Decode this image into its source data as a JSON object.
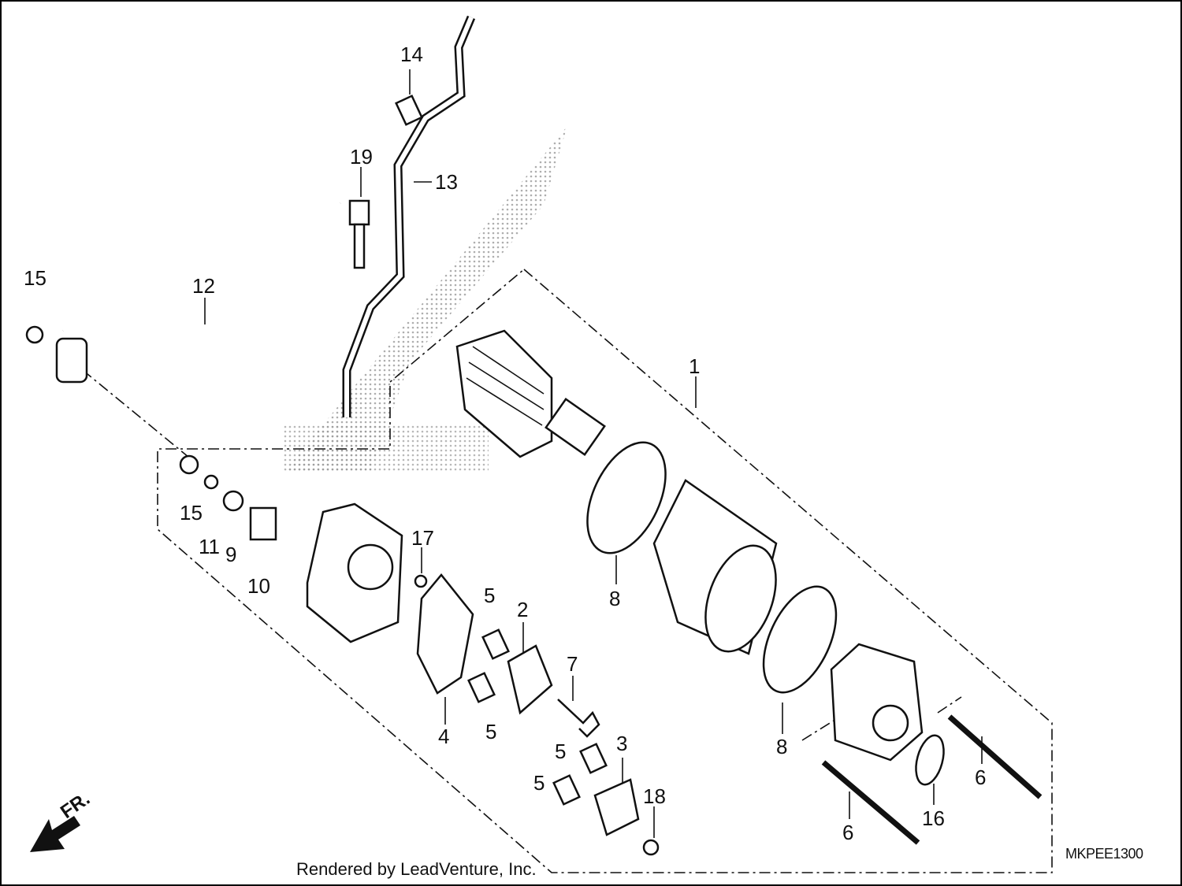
{
  "diagram": {
    "callouts": [
      "1",
      "2",
      "3",
      "4",
      "5",
      "5",
      "5",
      "5",
      "6",
      "6",
      "7",
      "8",
      "8",
      "9",
      "10",
      "11",
      "12",
      "13",
      "14",
      "15",
      "15",
      "16",
      "17",
      "18",
      "19"
    ],
    "direction_label": "FR.",
    "diagram_code": "MKPEE1300",
    "credit": "Rendered by LeadVenture, Inc."
  }
}
